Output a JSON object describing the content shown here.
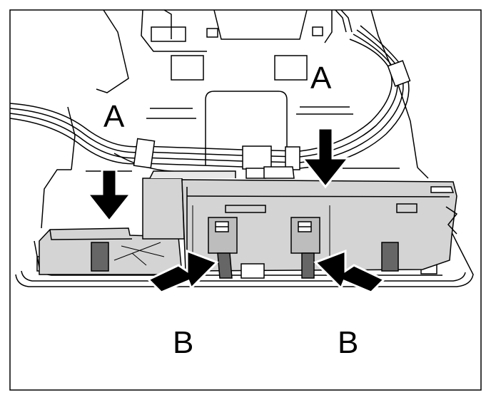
{
  "labels": {
    "a_left": "A",
    "a_right": "A",
    "b_left": "B",
    "b_right": "B"
  },
  "colors": {
    "line": "#000000",
    "panel_fill": "#d4d4d4",
    "clip_fill": "#666666",
    "arrow_fill": "#000000",
    "background": "#ffffff"
  },
  "icons": {
    "push_arrow": "arrow-down-icon",
    "squeeze_arrow": "arrow-right-icon"
  }
}
